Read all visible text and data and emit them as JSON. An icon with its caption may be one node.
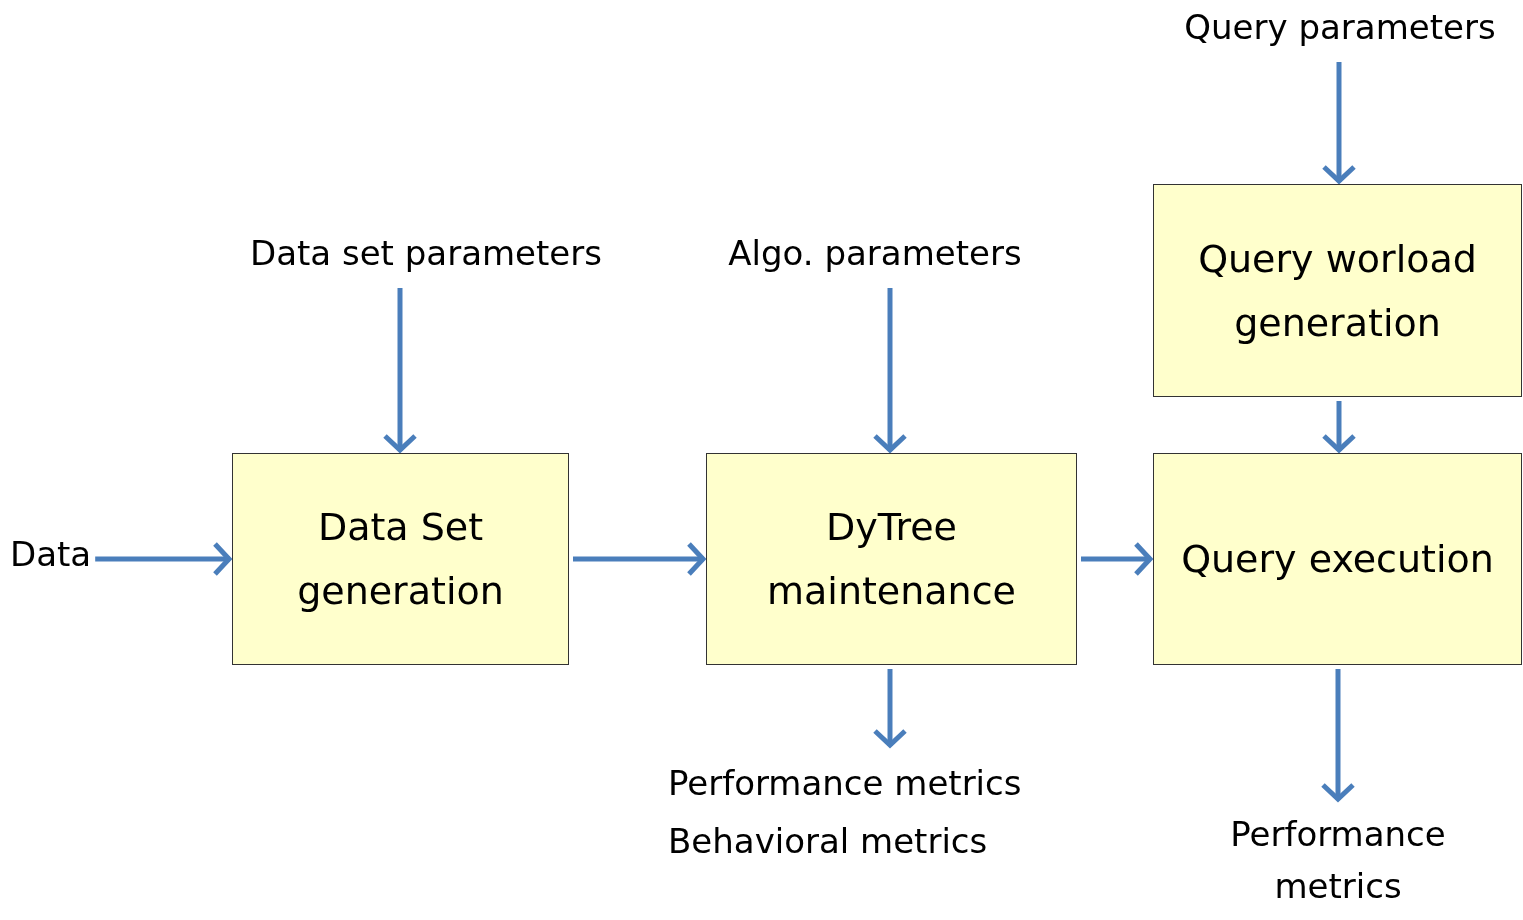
{
  "diagram": {
    "nodes": [
      {
        "text": [
          "Data"
        ]
      },
      {
        "text": [
          "Data set parameters"
        ]
      },
      {
        "text": [
          "Data Set generation"
        ]
      },
      {
        "text": [
          "Algo. parameters"
        ]
      },
      {
        "text": [
          "DyTree maintenance"
        ]
      },
      {
        "text": [
          "Performance metrics",
          "Behavioral metrics"
        ]
      },
      {
        "text": [
          "Query parameters"
        ]
      },
      {
        "text": [
          "Query worload generation"
        ]
      },
      {
        "text": [
          "Query execution"
        ]
      },
      {
        "text": [
          "Performance metrics"
        ]
      }
    ],
    "edges": [
      {
        "from": 0,
        "to": 2,
        "arrow": "to"
      },
      {
        "from": 1,
        "to": 2,
        "arrow": "to"
      },
      {
        "from": 2,
        "to": 4,
        "arrow": "to"
      },
      {
        "from": 3,
        "to": 4,
        "arrow": "to"
      },
      {
        "from": 4,
        "to": 5,
        "arrow": "to"
      },
      {
        "from": 4,
        "to": 8,
        "arrow": "to"
      },
      {
        "from": 6,
        "to": 7,
        "arrow": "to"
      },
      {
        "from": 7,
        "to": 8,
        "arrow": "to"
      },
      {
        "from": 8,
        "to": 9,
        "arrow": "to"
      }
    ]
  }
}
